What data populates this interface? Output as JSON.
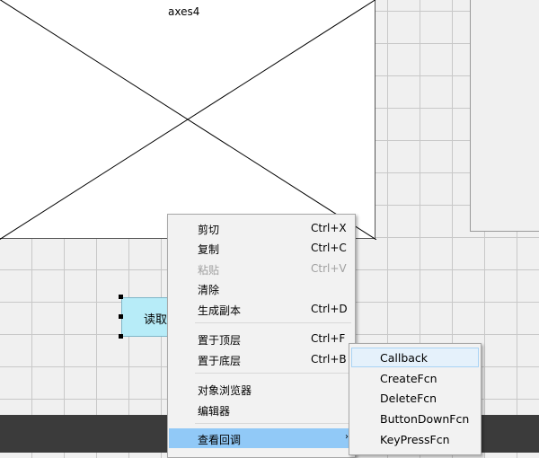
{
  "axes": {
    "label": "axes4"
  },
  "widget": {
    "label": "读取"
  },
  "context_menu": {
    "items": [
      {
        "label": "剪切",
        "shortcut": "Ctrl+X"
      },
      {
        "label": "复制",
        "shortcut": "Ctrl+C"
      },
      {
        "label": "粘贴",
        "shortcut": "Ctrl+V"
      },
      {
        "label": "清除",
        "shortcut": ""
      },
      {
        "label": "生成副本",
        "shortcut": "Ctrl+D"
      },
      {
        "label": "置于顶层",
        "shortcut": "Ctrl+F"
      },
      {
        "label": "置于底层",
        "shortcut": "Ctrl+B"
      },
      {
        "label": "对象浏览器",
        "shortcut": ""
      },
      {
        "label": "编辑器",
        "shortcut": ""
      },
      {
        "label": "查看回调",
        "shortcut": ""
      }
    ],
    "submenu_arrow": "›"
  },
  "callback_submenu": {
    "items": [
      {
        "label": "Callback"
      },
      {
        "label": "CreateFcn"
      },
      {
        "label": "DeleteFcn"
      },
      {
        "label": "ButtonDownFcn"
      },
      {
        "label": "KeyPressFcn"
      }
    ]
  },
  "colors": {
    "menu_highlight": "#91c9f7",
    "submenu_hover": "#e5f1fb",
    "widget_fill": "#b7ecf8",
    "disabled_text": "#a0a0a0"
  }
}
